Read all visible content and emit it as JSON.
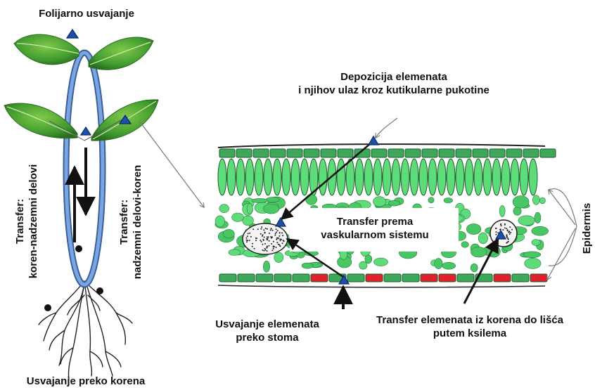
{
  "labels": {
    "foliar_uptake": "Folijarno usvajanje",
    "root_uptake": "Usvajanje preko korena",
    "deposition_line1": "Depozicija elemenata",
    "deposition_line2": "i njihov ulaz kroz kutikularne pukotine",
    "vascular_line1": "Transfer prema",
    "vascular_line2": "vaskularnom sistemu",
    "stomata_line1": "Usvajanje elemenata",
    "stomata_line2": "preko stoma",
    "xylem_line1": "Transfer elemenata iz korena do lišća",
    "xylem_line2": "putem ksilema",
    "epidermis": "Epidermis",
    "root_to_shoot_line1": "Transfer:",
    "root_to_shoot_line2": "koren-nadzemni delovi",
    "shoot_to_root_line1": "Transfer:",
    "shoot_to_root_line2": "nadzemni delovi-koren"
  },
  "colors": {
    "leaf_green": "#3f9a2e",
    "leaf_dark": "#2a6d1d",
    "stem_blue": "#5b8ad0",
    "cell_green": "#5fdc7a",
    "cell_dark": "#3ea85a",
    "stomata_red": "#e0202c",
    "marker_blue": "#1d4fa8"
  },
  "icons": {
    "marker": "blue-triangle-marker",
    "particle": "black-particle-dot"
  }
}
